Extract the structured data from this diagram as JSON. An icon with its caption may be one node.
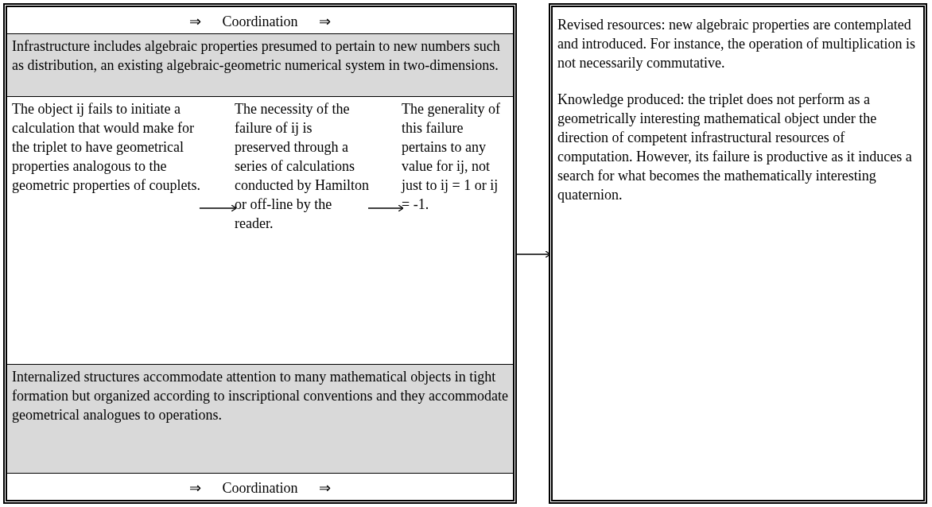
{
  "diagram": {
    "nodes": [
      {
        "text": [],
        "shape": "box"
      },
      {
        "text": [
          "⇒ Coordination ⇒"
        ],
        "in": 0
      },
      {
        "text": [
          "Infrastructure includes algebraic properties presumed to pertain to new numbers such as distribution, an existing algebraic-geometric numerical system in two-dimensions."
        ],
        "in": 0
      },
      {
        "text": [
          "The object ij fails to initiate a calculation that would make for the triplet to have geometrical properties analogous to the geometric properties of couplets."
        ],
        "in": 0
      },
      {
        "text": [
          "The necessity of the failure of ij is preserved through a series of calculations conducted by Hamilton or off-line by the reader."
        ],
        "in": 0
      },
      {
        "text": [
          "The generality of this failure pertains to any value for ij, not just to ij = 1 or ij = -1."
        ],
        "in": 0
      },
      {
        "text": [
          "Internalized structures accommodate attention to many mathematical objects in tight formation but organized according to inscriptional conventions and they accommodate geometrical analogues to operations."
        ],
        "in": 0
      },
      {
        "text": [
          "⇒ Coordination ⇒"
        ],
        "in": 0
      },
      {
        "text": [
          "Revised resources: new algebraic properties are contemplated and introduced. For instance, the operation of multiplication is not necessarily commutative.",
          "Knowledge produced: the triplet does not perform as a geometrically interesting mathematical object under the direction of competent infrastructural resources of computation. However, its failure is productive as it induces a search for what becomes the mathematically interesting quaternion."
        ]
      }
    ],
    "edges": [
      {
        "from": 3,
        "to": 4,
        "arrow": "to"
      },
      {
        "from": 4,
        "to": 5,
        "arrow": "to"
      },
      {
        "from": 0,
        "to": 8,
        "arrow": "to"
      }
    ]
  }
}
